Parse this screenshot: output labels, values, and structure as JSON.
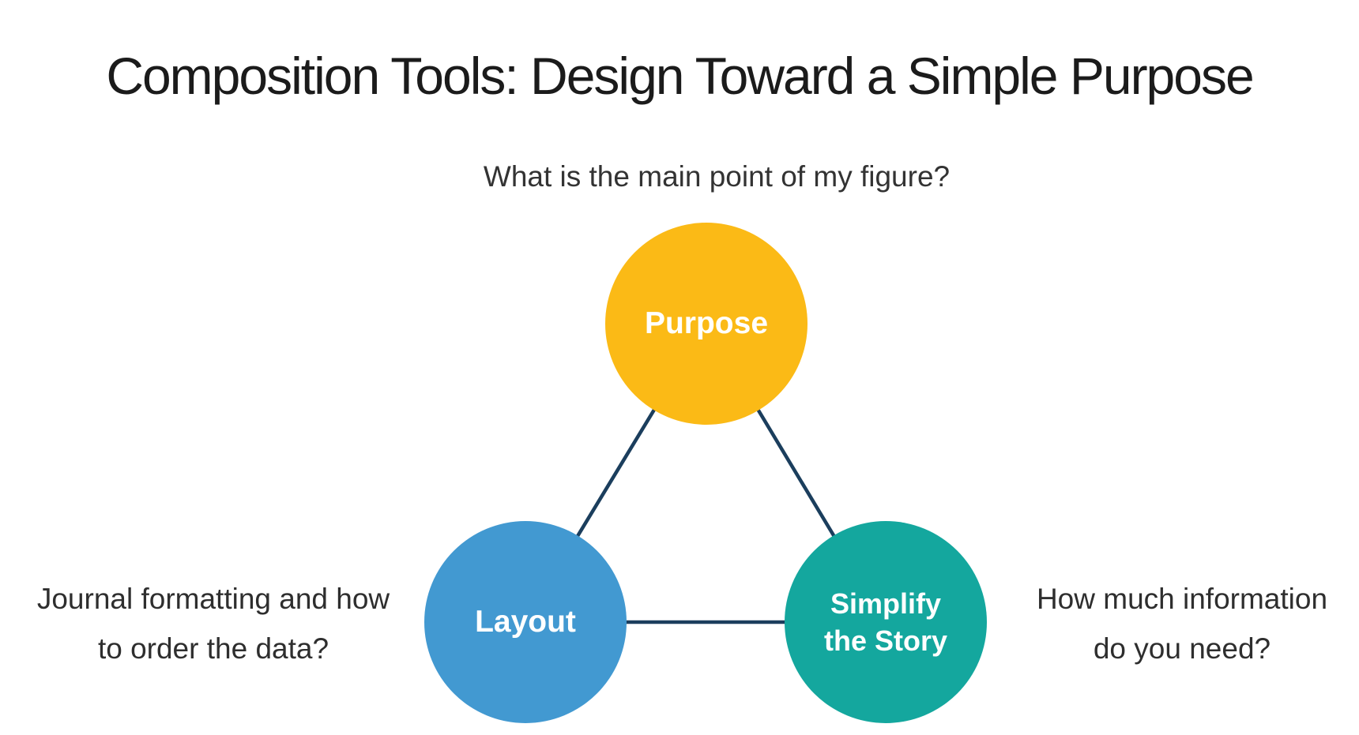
{
  "title": "Composition Tools: Design Toward a Simple Purpose",
  "subtitle": "What is the main point of my figure?",
  "diagram": {
    "edge_color": "#1b3e5d",
    "nodes": [
      {
        "id": "purpose",
        "label": "Purpose",
        "color": "#fbba16",
        "text_color": "#ffffff"
      },
      {
        "id": "layout",
        "label": "Layout",
        "color": "#4299d1",
        "text_color": "#ffffff"
      },
      {
        "id": "simplify-the-story",
        "label": "Simplify the Story",
        "lines": [
          "Simplify",
          "the Story"
        ],
        "color": "#14a79e",
        "text_color": "#ffffff"
      }
    ]
  },
  "annotations": {
    "left": {
      "line1": "Journal formatting and how",
      "line2": "to order the data?"
    },
    "right": {
      "line1": "How much information",
      "line2": "do you need?"
    }
  }
}
